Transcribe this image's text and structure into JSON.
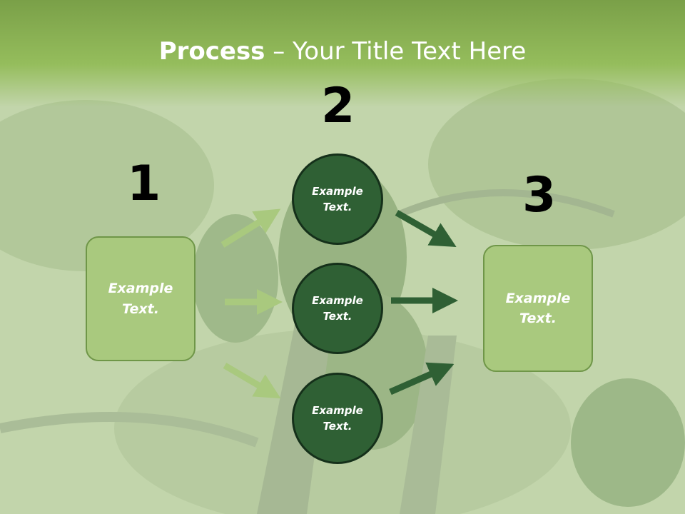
{
  "slide": {
    "title_bold": "Process",
    "title_rest": " – Your Title Text Here"
  },
  "steps": {
    "one": {
      "number": "1",
      "box_text": "Example\nText."
    },
    "two": {
      "number": "2",
      "circles": [
        "Example\nText.",
        "Example\nText.",
        "Example\nText."
      ]
    },
    "three": {
      "number": "3",
      "box_text": "Example\nText."
    }
  },
  "colors": {
    "header_green": "#95bd5c",
    "box_fill": "#a9c97e",
    "circle_fill": "#2f6034",
    "arrow_light": "#a9c97e",
    "arrow_dark": "#2f6034"
  }
}
